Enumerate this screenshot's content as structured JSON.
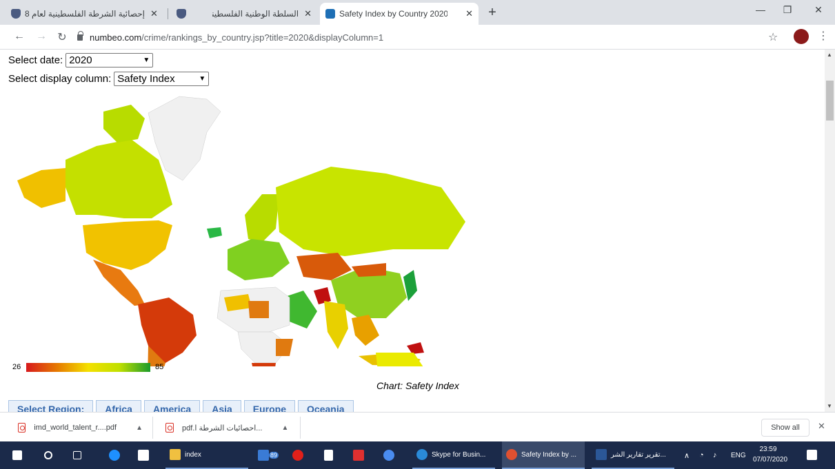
{
  "browser": {
    "tabs": [
      {
        "title": "إحصائية الشرطة الفلسطينية لعام 8",
        "close": "✕"
      },
      {
        "title": "",
        "close": ""
      },
      {
        "title": "السلطة الوطنية الفلسطينية",
        "close": "✕"
      },
      {
        "title": "Safety Index by Country 2020",
        "close": "✕"
      }
    ],
    "new_tab": "+",
    "window": {
      "minimize": "—",
      "restore": "❐",
      "close": "✕"
    },
    "nav": {
      "back": "←",
      "forward": "→",
      "reload": "↻"
    },
    "url_host": "numbeo.com",
    "url_path": "/crime/rankings_by_country.jsp?title=2020&displayColumn=1",
    "bookmark": "☆",
    "menu": "⋮"
  },
  "page": {
    "select_date_label": "Select date:",
    "select_date_value": "2020",
    "select_column_label": "Select display column:",
    "select_column_value": "Safety Index",
    "legend_min": "26",
    "legend_max": "85",
    "chart_caption": "Chart: Safety Index",
    "region_tabs": [
      "Select Region:",
      "Africa",
      "America",
      "Asia",
      "Europe",
      "Oceania"
    ]
  },
  "downloads": {
    "items": [
      {
        "name": "imd_world_talent_r....pdf"
      },
      {
        "name": "...احصائيات الشرطة ا.pdf"
      }
    ],
    "show_all": "Show all",
    "close": "✕"
  },
  "taskbar": {
    "apps": [
      {
        "label": "index"
      },
      {
        "label": "89"
      },
      {
        "label": "Skype for Busin..."
      },
      {
        "label": "Safety Index by ..."
      },
      {
        "label": "...تقرير تقارير الشر"
      }
    ],
    "tray": {
      "lang": "ENG",
      "time": "23:59",
      "date": "07/07/2020"
    }
  }
}
